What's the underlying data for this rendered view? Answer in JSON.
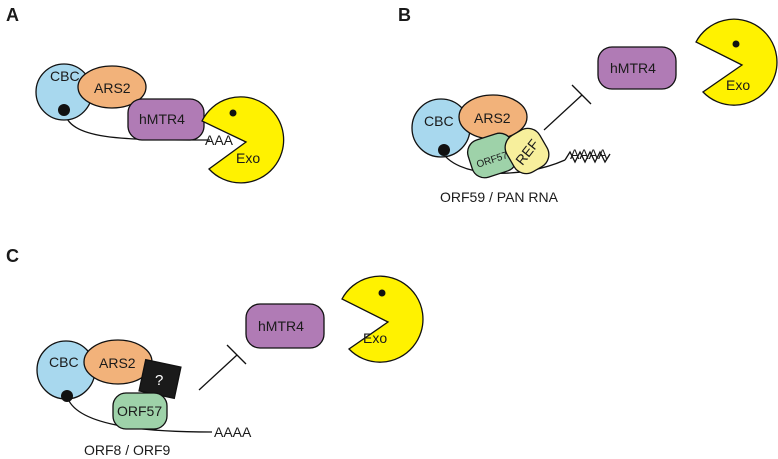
{
  "panels": {
    "a": {
      "letter": "A",
      "cbc": "CBC",
      "ars2": "ARS2",
      "hmtr4": "hMTR4",
      "tail": "AAA",
      "exo": "Exo"
    },
    "b": {
      "letter": "B",
      "cbc": "CBC",
      "ars2": "ARS2",
      "orf57": "ORF57",
      "ref": "REF",
      "tail": "AAAA",
      "hmtr4": "hMTR4",
      "exo": "Exo",
      "caption": "ORF59 / PAN RNA"
    },
    "c": {
      "letter": "C",
      "cbc": "CBC",
      "ars2": "ARS2",
      "unknown": "?",
      "orf57": "ORF57",
      "tail": "AAAA",
      "hmtr4": "hMTR4",
      "exo": "Exo",
      "caption": "ORF8 / ORF9"
    }
  },
  "colors": {
    "cbc": "#a8d8ee",
    "ars2": "#f2b27a",
    "hmtr4": "#b07bb5",
    "exo": "#fff200",
    "orf57": "#9ed2a9",
    "ref": "#f7ef9c",
    "unknown": "#1a1a1a",
    "outline": "#111111"
  }
}
